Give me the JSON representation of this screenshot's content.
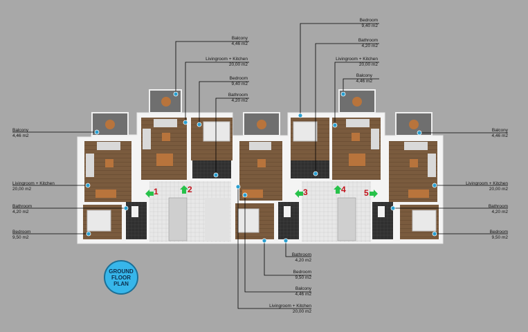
{
  "rooms": [
    {
      "id": "balcony-top-left",
      "name": "Balcony",
      "area": "4,46 m2"
    },
    {
      "id": "livingroom-top-left",
      "name": "Livingroom + Kitchen",
      "area": "20,00 m2"
    },
    {
      "id": "bedroom-top-left",
      "name": "Bedroom",
      "area": "9,40 m2"
    },
    {
      "id": "bathroom-top-left",
      "name": "Bathroom",
      "area": "4,20 m2"
    },
    {
      "id": "bedroom-top-right",
      "name": "Bedroom",
      "area": "9,40 m2"
    },
    {
      "id": "bathroom-top-right",
      "name": "Bathroom",
      "area": "4,20 m2"
    },
    {
      "id": "livingroom-top-right",
      "name": "Livingroom + Kitchen",
      "area": "20,00 m2"
    },
    {
      "id": "balcony-top-right",
      "name": "Balcony",
      "area": "4,46 m2"
    },
    {
      "id": "balcony-left",
      "name": "Balcony",
      "area": "4,46 m2"
    },
    {
      "id": "livingroom-left",
      "name": "Livingroom + Kitchen",
      "area": "20,00 m2"
    },
    {
      "id": "bathroom-left",
      "name": "Bathroom",
      "area": "4,20 m2"
    },
    {
      "id": "bedroom-left",
      "name": "Bedroom",
      "area": "9,50 m2"
    },
    {
      "id": "balcony-right",
      "name": "Balcony",
      "area": "4,46 m2"
    },
    {
      "id": "livingroom-right",
      "name": "Livingroom + Kitchen",
      "area": "20,00 m2"
    },
    {
      "id": "bathroom-right",
      "name": "Bathroom",
      "area": "4,20 m2"
    },
    {
      "id": "bedroom-right",
      "name": "Bedroom",
      "area": "9,50 m2"
    },
    {
      "id": "bathroom-bottom",
      "name": "Bathroom",
      "area": "4,20 m2"
    },
    {
      "id": "bedroom-bottom",
      "name": "Bedroom",
      "area": "9,50 m2"
    },
    {
      "id": "balcony-bottom",
      "name": "Balcony",
      "area": "4,46 m2"
    },
    {
      "id": "livingroom-bottom",
      "name": "Livingroom + Kitchen",
      "area": "20,00 m2"
    }
  ],
  "entrances": [
    "1",
    "2",
    "3",
    "4",
    "5"
  ],
  "badge": {
    "line1": "GROUND",
    "line2": "FLOOR",
    "line3": "PLAN"
  },
  "colors": {
    "background": "#a8a8a8",
    "floor_wood": "#7a5b3e",
    "wall": "#f4f4f4",
    "balcony": "#6f6f6f",
    "stair_hall": "#d2d2d2",
    "entry_arrow": "#27c24a",
    "marker": "#2a9fd0",
    "entry_number": "#c0121a",
    "badge": "#37b6ea"
  }
}
